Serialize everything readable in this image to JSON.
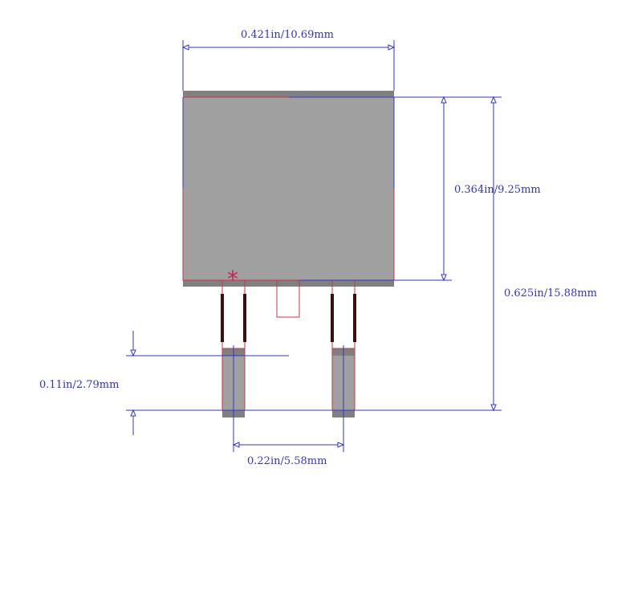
{
  "dimensions": {
    "width_top": "0.421in/10.69mm",
    "tab_height": "0.364in/9.25mm",
    "overall_height": "0.625in/15.88mm",
    "pad_length": "0.11in/2.79mm",
    "pad_pitch": "0.22in/5.58mm"
  },
  "markers": {
    "pin1": "*"
  },
  "colors": {
    "dimension": "#3333cc",
    "pad_fill": "#a0a0a0",
    "pad_band": "#808080",
    "silkscreen": "#cc3344",
    "lead": "#3a1010",
    "pin1_marker": "#cc2255"
  }
}
